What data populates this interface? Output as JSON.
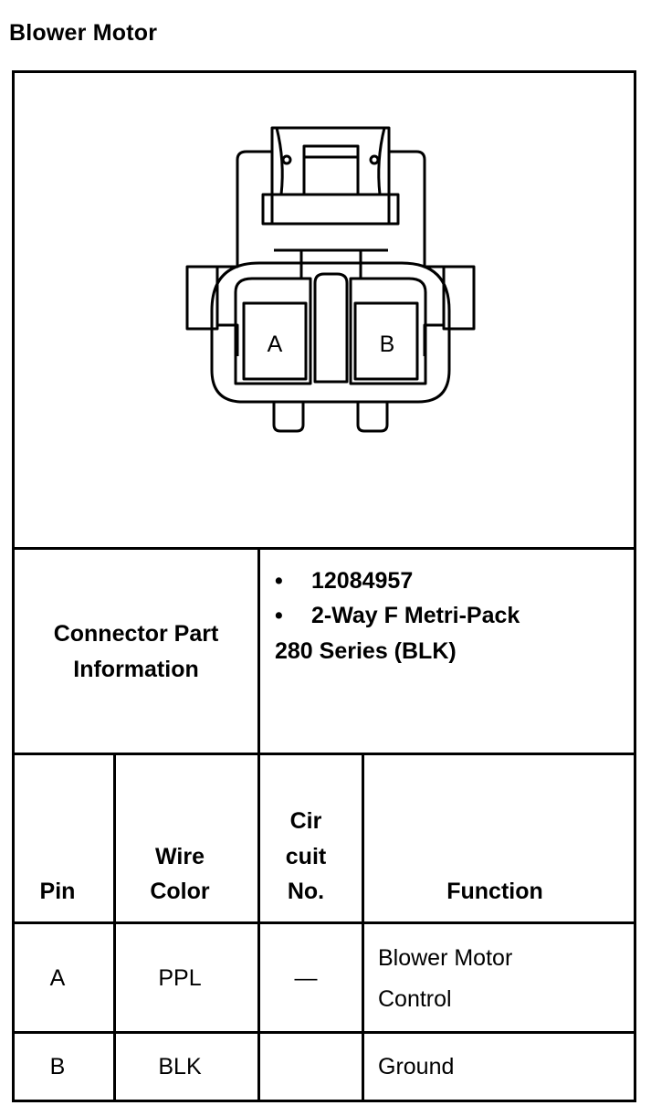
{
  "title": "Blower Motor",
  "connector": {
    "pin_labels": [
      "A",
      "B"
    ]
  },
  "part_info": {
    "label_line1": "Connector Part",
    "label_line2": "Information",
    "bullet_symbol": "•",
    "items": [
      "12084957",
      "2-Way F Metri-Pack"
    ],
    "continuation": "280 Series (BLK)"
  },
  "table": {
    "headers": {
      "pin": "Pin",
      "wire_color_line1": "Wire",
      "wire_color_line2": "Color",
      "circuit_line1": "Cir",
      "circuit_line2": "cuit",
      "circuit_line3": "No.",
      "function": "Function"
    },
    "rows": [
      {
        "pin": "A",
        "wire_color": "PPL",
        "circuit": "—",
        "function_line1": "Blower Motor",
        "function_line2": "Control"
      },
      {
        "pin": "B",
        "wire_color": "BLK",
        "circuit": "",
        "function_line1": "Ground",
        "function_line2": ""
      }
    ]
  }
}
